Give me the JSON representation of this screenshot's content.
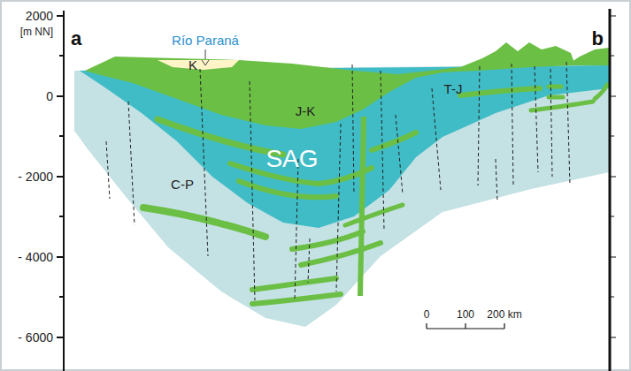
{
  "diagram": {
    "labels": [
      "a",
      "b",
      "2000",
      "[m NN]",
      "Río Paraná",
      "K",
      "0",
      "J-K",
      "T-J",
      "SAG",
      "- 2000",
      "C-P",
      "- 4000",
      "0",
      "100",
      "200 km",
      "- 6000"
    ]
  }
}
